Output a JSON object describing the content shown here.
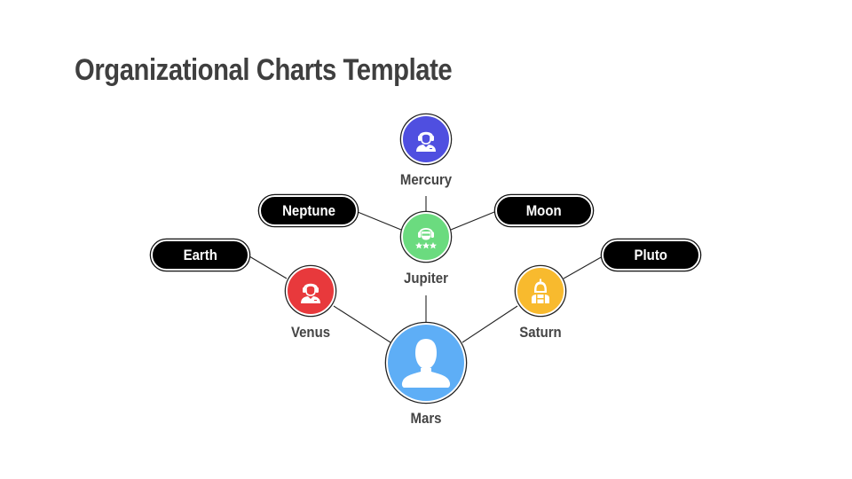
{
  "slide": {
    "title": "Organizational Charts Template"
  },
  "nodes": {
    "mercury": {
      "label": "Mercury",
      "color": "#4F4FE0",
      "icon": "person-headset-icon"
    },
    "jupiter": {
      "label": "Jupiter",
      "color": "#6BDB7F",
      "icon": "headset-rating-stars-icon"
    },
    "venus": {
      "label": "Venus",
      "color": "#E8393C",
      "icon": "person-headset-icon"
    },
    "saturn": {
      "label": "Saturn",
      "color": "#F8BA2E",
      "icon": "astronaut-icon"
    },
    "mars": {
      "label": "Mars",
      "color": "#5EAEF6",
      "icon": "user-silhouette-icon"
    }
  },
  "pills": {
    "neptune": {
      "label": "Neptune"
    },
    "moon": {
      "label": "Moon"
    },
    "earth": {
      "label": "Earth"
    },
    "pluto": {
      "label": "Pluto"
    }
  },
  "colors": {
    "title_text": "#3F3F3F",
    "label_text": "#444444",
    "pill_fill": "#000000",
    "connector": "#222222"
  }
}
